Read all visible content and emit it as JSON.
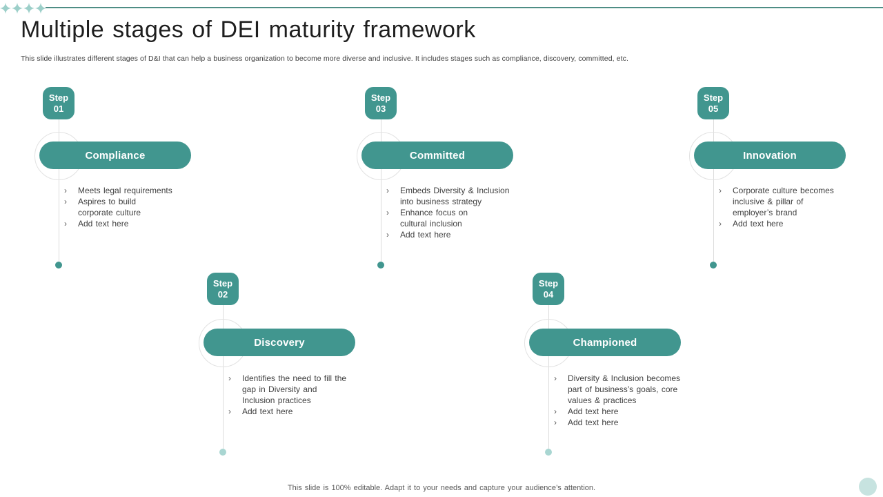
{
  "title": "Multiple stages of DEI maturity framework",
  "subtitle": "This slide illustrates different stages of D&I that can help a business organization to become more diverse and inclusive. It includes stages such as compliance, discovery, committed, etc.",
  "footer": "This slide is 100% editable. Adapt it to your needs and capture your audience’s attention.",
  "bullet_marker": "›",
  "icons": {
    "top_left_decoration": "four-point-sparkle-stars",
    "bottom_right_decoration": "pale-teal-circle"
  },
  "colors": {
    "teal": "#41968f",
    "top_line_teal": "#4e8d85",
    "sparkle_teal": "#9ccfc9",
    "light_teal_dot": "#a9d6d2",
    "pale_teal_circle": "#c7e3e0",
    "connector_gray": "#dcdcdc",
    "ring_gray": "#e2e2e2",
    "body_text": "#404040"
  },
  "steps": [
    {
      "badge": [
        "Step",
        "01"
      ],
      "label": "Compliance",
      "bullets": [
        [
          "Meets legal requirements"
        ],
        [
          "Aspires to build",
          "corporate culture"
        ],
        [
          "Add text here"
        ]
      ]
    },
    {
      "badge": [
        "Step",
        "02"
      ],
      "label": "Discovery",
      "bullets": [
        [
          "Identifies the need to fill the",
          "gap in Diversity and",
          "Inclusion practices"
        ],
        [
          "Add text here"
        ]
      ]
    },
    {
      "badge": [
        "Step",
        "03"
      ],
      "label": "Committed",
      "bullets": [
        [
          "Embeds Diversity & Inclusion",
          "into business strategy"
        ],
        [
          "Enhance focus on",
          "cultural inclusion"
        ],
        [
          "Add text here"
        ]
      ]
    },
    {
      "badge": [
        "Step",
        "04"
      ],
      "label": "Championed",
      "bullets": [
        [
          "Diversity & Inclusion becomes",
          "part of business’s goals, core",
          "values & practices"
        ],
        [
          "Add text here"
        ],
        [
          "Add text here"
        ]
      ]
    },
    {
      "badge": [
        "Step",
        "05"
      ],
      "label": "Innovation",
      "bullets": [
        [
          "Corporate culture becomes",
          "inclusive & pillar of",
          "employer’s brand"
        ],
        [
          "Add text here"
        ]
      ]
    }
  ]
}
